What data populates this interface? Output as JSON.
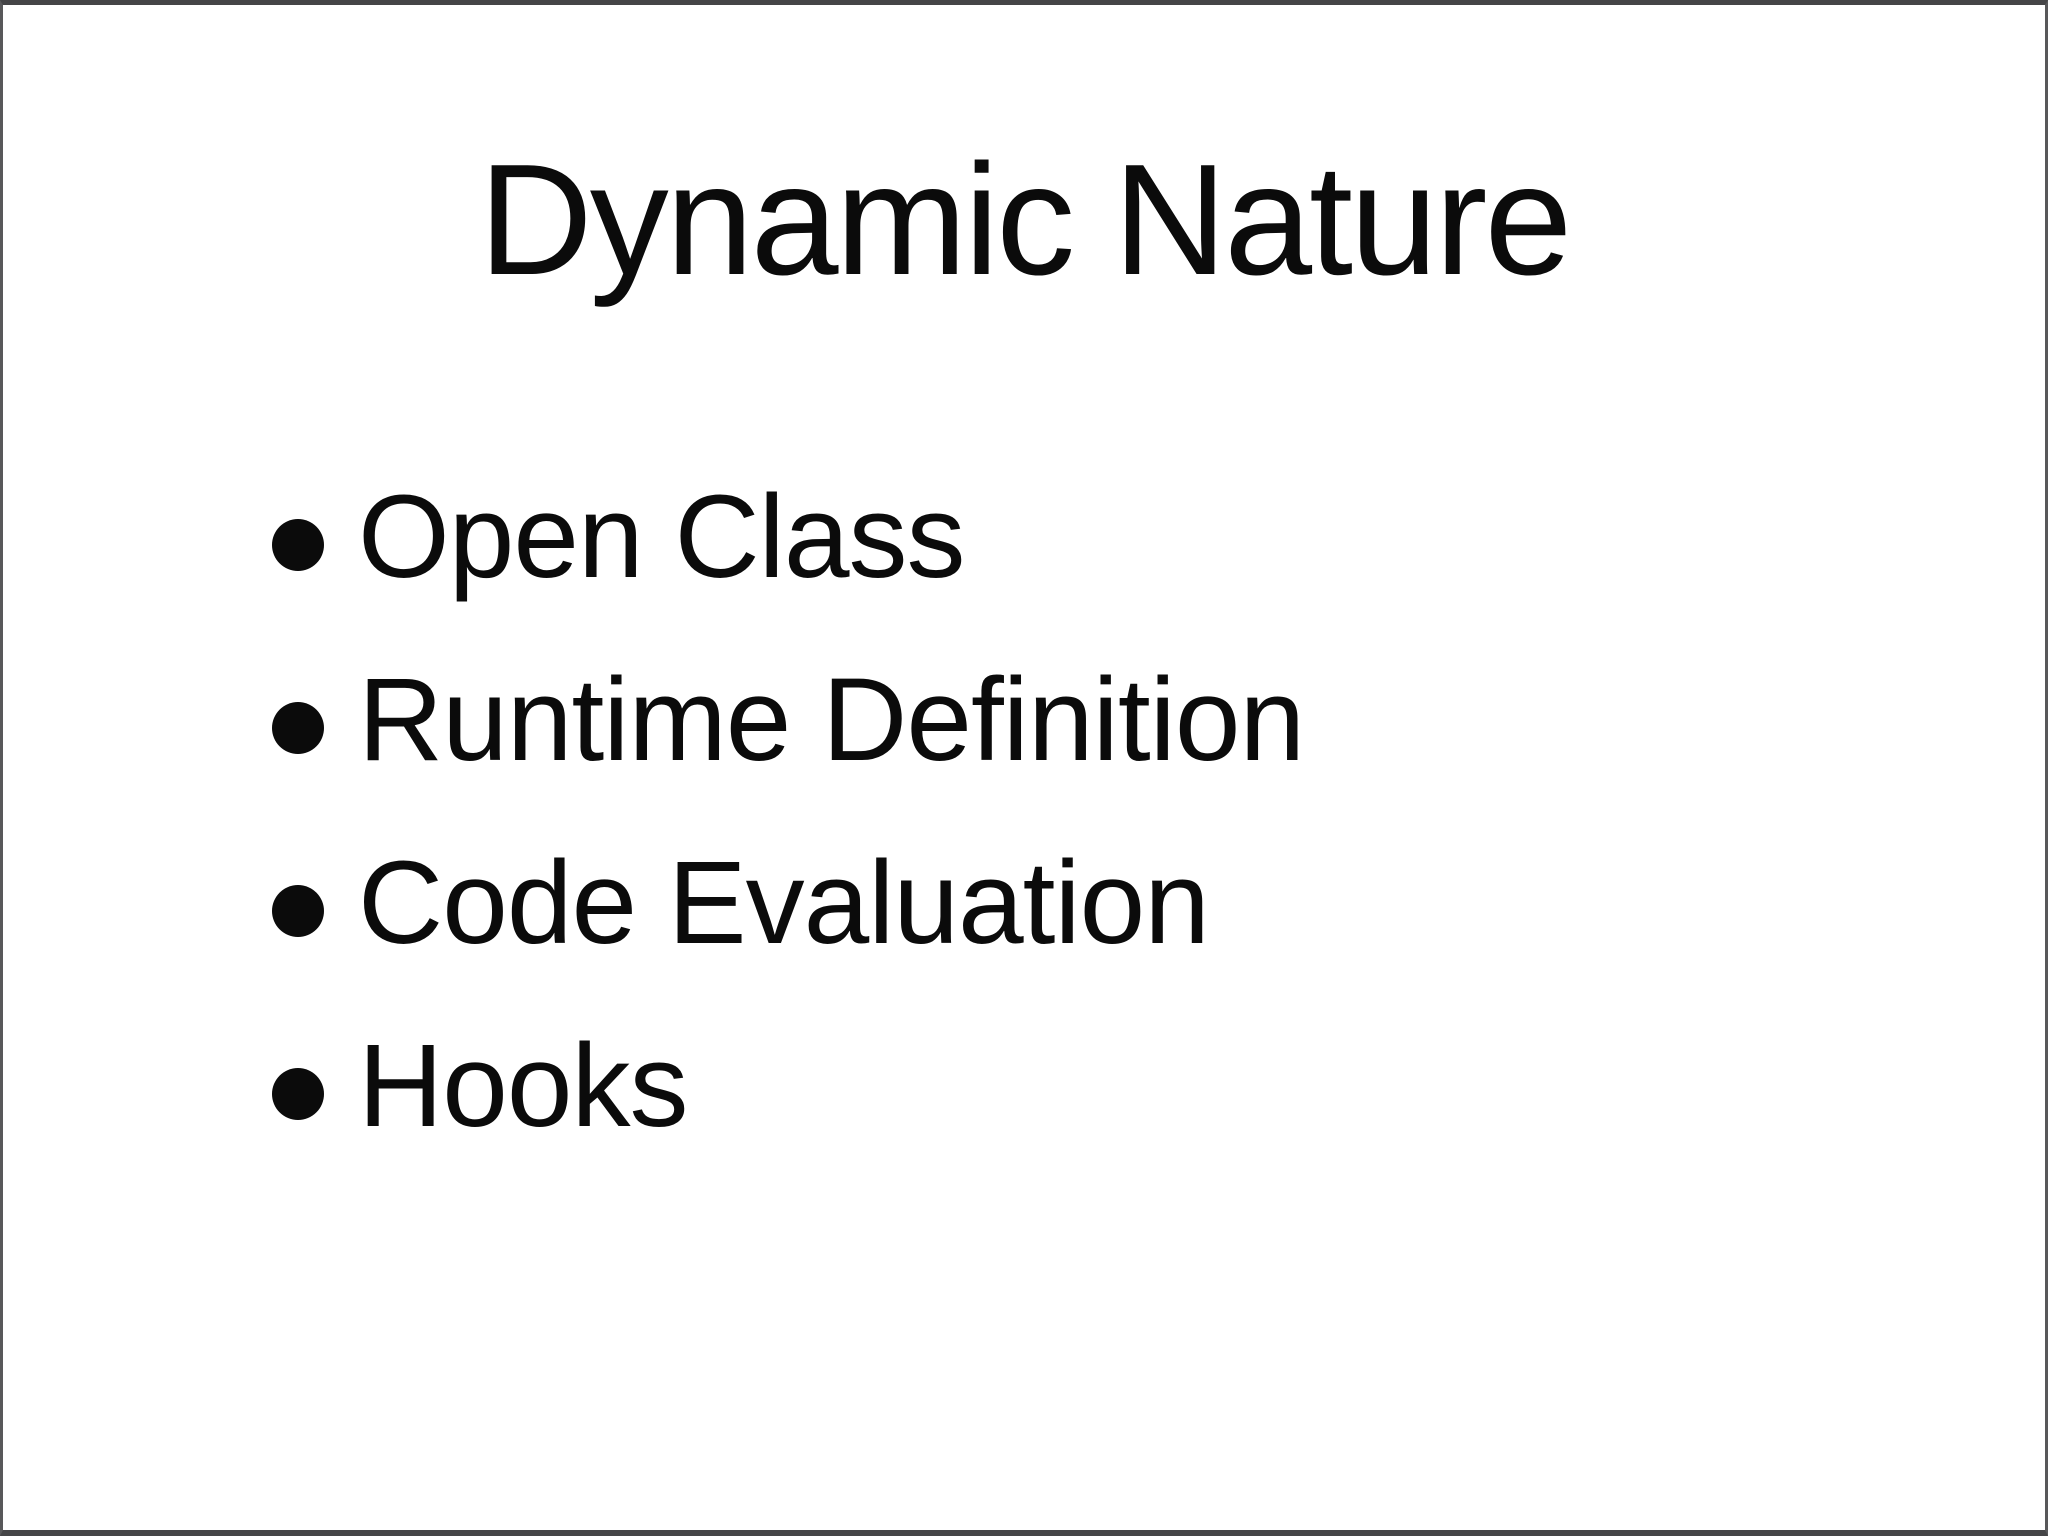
{
  "slide": {
    "title": "Dynamic Nature",
    "bullets": [
      "Open Class",
      "Runtime Definition",
      "Code Evaluation",
      "Hooks"
    ],
    "bullet_icon": "filled-circle",
    "colors": {
      "background": "#ffffff",
      "text": "#0b0b0b",
      "frame_border": "#58585a",
      "frame_border_dark": "#454547"
    }
  }
}
